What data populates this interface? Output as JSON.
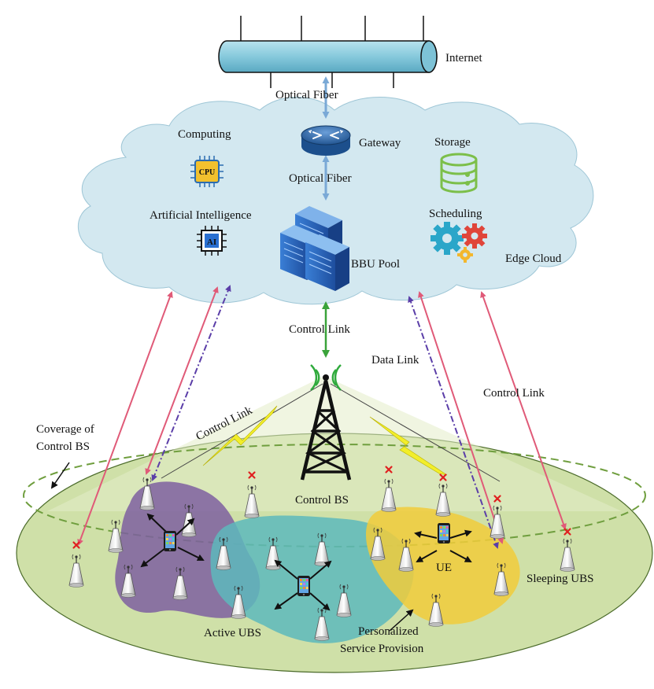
{
  "labels": {
    "internet": "Internet",
    "optical_fiber_top": "Optical Fiber",
    "gateway": "Gateway",
    "optical_fiber_mid": "Optical Fiber",
    "computing": "Computing",
    "cpu_chip": "CPU",
    "storage": "Storage",
    "artificial_intelligence": "Artificial Intelligence",
    "ai_chip": "AI",
    "scheduling": "Scheduling",
    "bbu_pool": "BBU Pool",
    "edge_cloud": "Edge Cloud",
    "control_link_center": "Control Link",
    "data_link": "Data Link",
    "control_link_right": "Control Link",
    "control_link_wireless": "Control Link",
    "coverage_line1": "Coverage of",
    "coverage_line2": "Control BS",
    "control_bs": "Control BS",
    "ue": "UE",
    "sleeping_ubs": "Sleeping UBS",
    "active_ubs": "Active UBS",
    "personalized_line1": "Personalized",
    "personalized_line2": "Service Provision"
  },
  "colors": {
    "cloud_fill": "#d3e8f0",
    "ground_fill": "#cfe0a8",
    "dashed_boundary": "#6f9e3e",
    "purple_region": "#7e5fa0",
    "teal_region": "#5db8bc",
    "yellow_region": "#f1cb3b",
    "control_link_green": "#3aa33a",
    "link_red": "#e05a78",
    "data_link_purple": "#5b3ea8",
    "fiber_blue": "#7aa9d6",
    "pipe_fill": "#8ccde0",
    "bolt_yellow": "#f2ee2a"
  }
}
